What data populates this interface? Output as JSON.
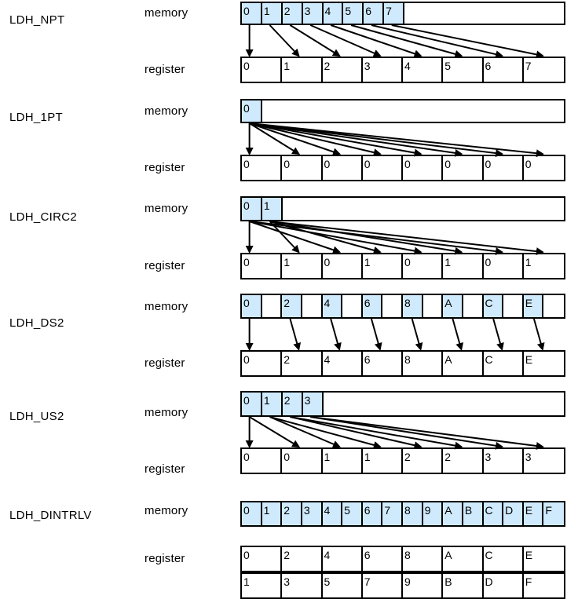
{
  "colors": {
    "highlight": "#cfeafd",
    "border": "#000000",
    "background": "#ffffff"
  },
  "row_labels": {
    "memory": "memory",
    "register": "register"
  },
  "sections": [
    {
      "name": "LDH_NPT",
      "memory_cells": [
        "0",
        "1",
        "2",
        "3",
        "4",
        "5",
        "6",
        "7"
      ],
      "memory_slots": 16,
      "register": [
        [
          "0",
          "1",
          "2",
          "3",
          "4",
          "5",
          "6",
          "7"
        ]
      ],
      "mapping": [
        0,
        1,
        2,
        3,
        4,
        5,
        6,
        7
      ]
    },
    {
      "name": "LDH_1PT",
      "memory_cells": [
        "0"
      ],
      "memory_slots": 16,
      "register": [
        [
          "0",
          "0",
          "0",
          "0",
          "0",
          "0",
          "0",
          "0"
        ]
      ],
      "mapping": [
        0,
        0,
        0,
        0,
        0,
        0,
        0,
        0
      ]
    },
    {
      "name": "LDH_CIRC2",
      "memory_cells": [
        "0",
        "1"
      ],
      "memory_slots": 16,
      "register": [
        [
          "0",
          "1",
          "0",
          "1",
          "0",
          "1",
          "0",
          "1"
        ]
      ],
      "mapping": [
        0,
        1,
        0,
        1,
        0,
        1,
        0,
        1
      ]
    },
    {
      "name": "LDH_DS2",
      "memory_cells": [
        "0",
        "",
        "2",
        "",
        "4",
        "",
        "6",
        "",
        "8",
        "",
        "A",
        "",
        "C",
        "",
        "E",
        ""
      ],
      "memory_highlight": [
        0,
        2,
        4,
        6,
        8,
        10,
        12,
        14
      ],
      "memory_slots": 16,
      "register": [
        [
          "0",
          "2",
          "4",
          "6",
          "8",
          "A",
          "C",
          "E"
        ]
      ],
      "mapping": [
        0,
        2,
        4,
        6,
        8,
        10,
        12,
        14
      ]
    },
    {
      "name": "LDH_US2",
      "memory_cells": [
        "0",
        "1",
        "2",
        "3"
      ],
      "memory_slots": 16,
      "register": [
        [
          "0",
          "0",
          "1",
          "1",
          "2",
          "2",
          "3",
          "3"
        ]
      ],
      "mapping": [
        0,
        0,
        1,
        1,
        2,
        2,
        3,
        3
      ]
    },
    {
      "name": "LDH_DINTRLV",
      "memory_cells": [
        "0",
        "1",
        "2",
        "3",
        "4",
        "5",
        "6",
        "7",
        "8",
        "9",
        "A",
        "B",
        "C",
        "D",
        "E",
        "F"
      ],
      "memory_slots": 16,
      "register": [
        [
          "0",
          "2",
          "4",
          "6",
          "8",
          "A",
          "C",
          "E"
        ],
        [
          "1",
          "3",
          "5",
          "7",
          "9",
          "B",
          "D",
          "F"
        ]
      ],
      "mapping": []
    }
  ]
}
